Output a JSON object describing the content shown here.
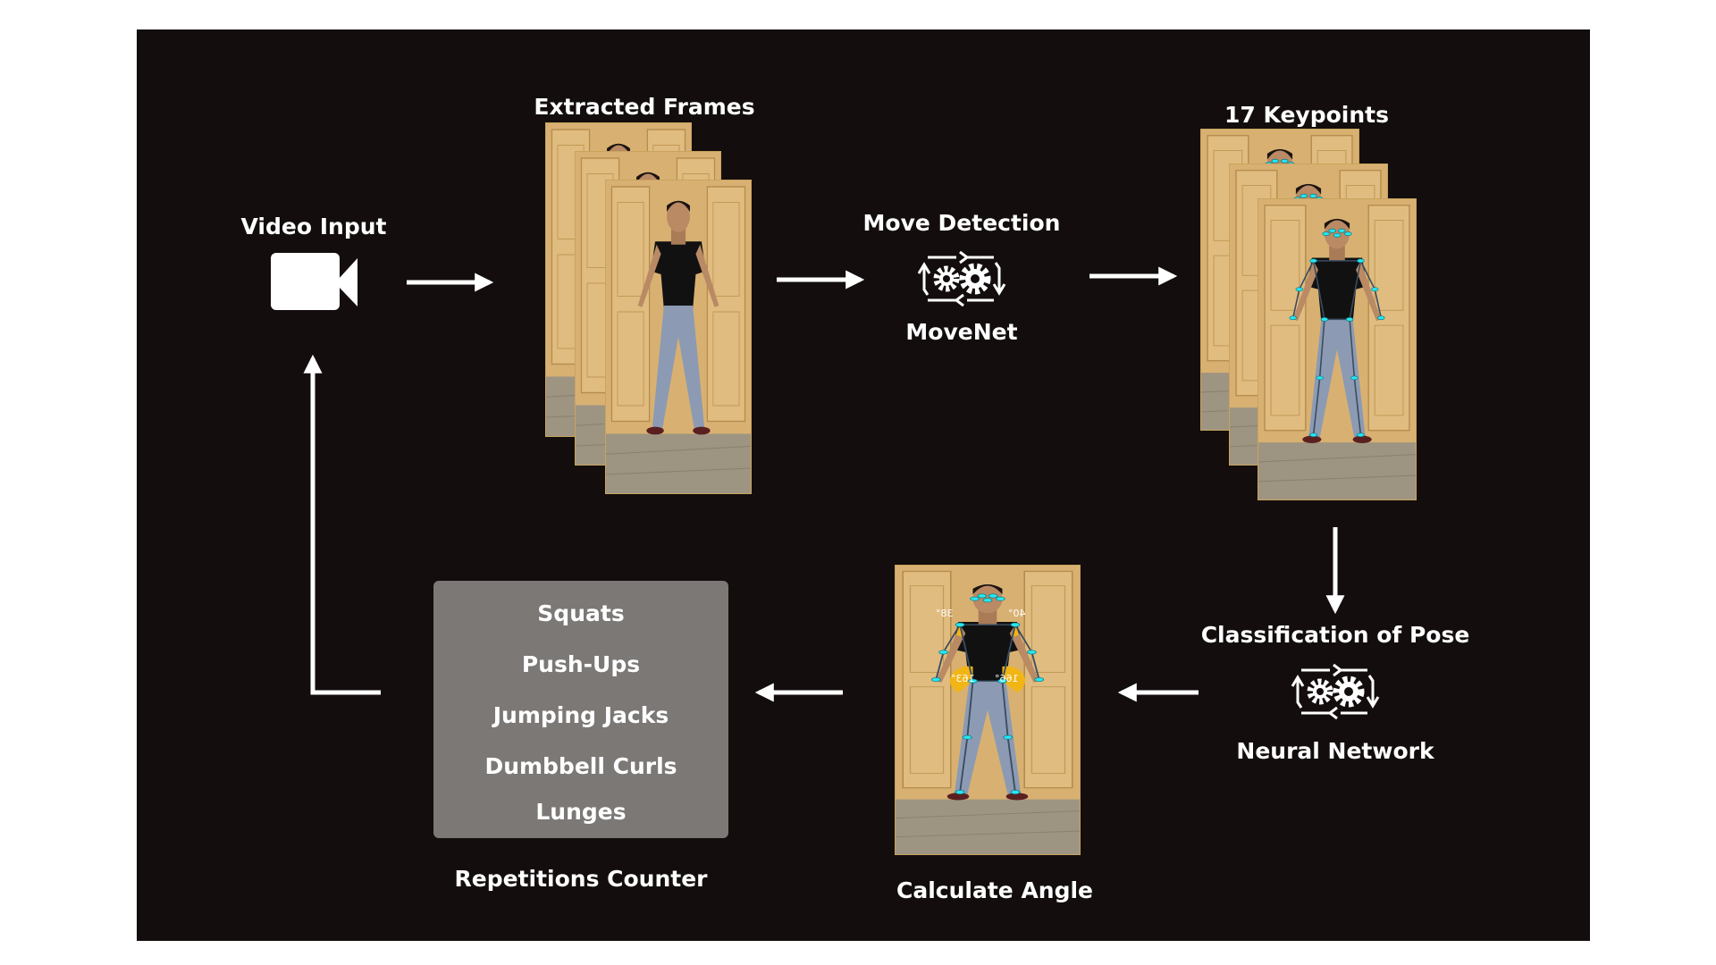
{
  "labels": {
    "video_input": "Video Input",
    "extracted_frames": "Extracted Frames",
    "move_detection": "Move Detection",
    "movenet": "MoveNet",
    "keypoints": "17 Keypoints",
    "classification": "Classification of Pose",
    "neural_network": "Neural Network",
    "calculate_angle": "Calculate Angle",
    "repetitions_counter": "Repetitions Counter"
  },
  "exercises": [
    "Squats",
    "Push-Ups",
    "Jumping Jacks",
    "Dumbbell Curls",
    "Lunges"
  ],
  "angles": {
    "left_shoulder": "38°",
    "right_shoulder": "40°",
    "left_hip": "163°",
    "right_hip": "166°"
  },
  "colors": {
    "background": "#130e0d",
    "foreground": "#ffffff",
    "counter_box": "#7b7876",
    "keypoint": "#29e6f0",
    "angle_fill": "#f2b516",
    "wall": "#d8b172"
  },
  "icons": [
    "video-camera-icon",
    "gears-icon"
  ]
}
